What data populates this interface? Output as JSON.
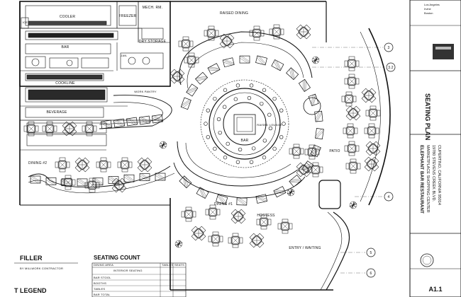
{
  "rooms": {
    "cooler": "COOLER",
    "freezer": "FREEZER",
    "mech": "MECH. RM.",
    "ice": "ICE",
    "raised_dining": "RAISED DINING",
    "dry_storage": "DRY STORAGE",
    "bar_area": "BAR",
    "jan": "JAN.",
    "cookline": "COOKLINE",
    "work_pantry": "WORK PANTRY",
    "beverage": "BEVERAGE",
    "raised_lounge": "RAISED LOUNGE",
    "bar": "BAR",
    "patio": "PATIO",
    "dining2": "DINING #2",
    "dining1": "DINING #1",
    "hostess": "HOSTESS",
    "entry": "ENTRY / WAITING"
  },
  "grid_markers": [
    "3",
    "3.2",
    "4",
    "5",
    "6"
  ],
  "legend": {
    "filler_title": "FILLER",
    "filler_note": "BY MILLWORK CONTRACTOR",
    "seat_legend_title": "T LEGEND",
    "seating_count_title": "SEATING COUNT",
    "columns": [
      "DINING AREA",
      "INTERIOR SEATING",
      "TABLES",
      "SEATS"
    ],
    "rows": [
      {
        "area": "BAR STOOL",
        "tables": "",
        "seats": ""
      },
      {
        "area": "BOOTHS",
        "tables": "",
        "seats": ""
      },
      {
        "area": "TABLES",
        "tables": "",
        "seats": ""
      },
      {
        "area": "BAR TOTAL",
        "tables": "",
        "seats": ""
      }
    ]
  },
  "title_block": {
    "plan_title": "SEATING PLAN",
    "project_name": "ELEPHANT BAR RESTAURANT",
    "project_address_1": "MARKETPLACE SHOPPING CENTER",
    "project_address_2": "19780 STEVENS CREEK BLVD.",
    "project_address_3": "CUPERTINO, CALIFORNIA 95014",
    "top_note_1": "Los Angeles",
    "top_note_2": "Irvine",
    "top_note_3": "Boston",
    "sheet_label": "A1.1"
  }
}
